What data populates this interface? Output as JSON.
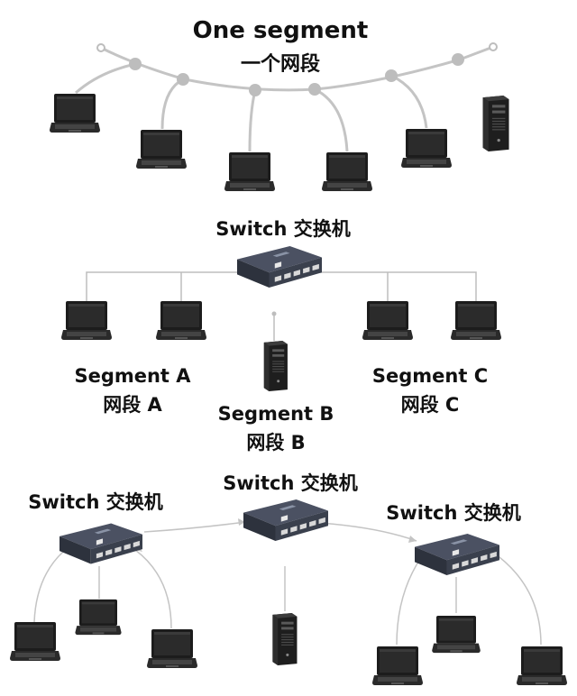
{
  "top": {
    "title": "One segment",
    "subtitle": "一个网段"
  },
  "middle": {
    "switch_label": "Switch 交换机",
    "segment_a": {
      "name": "Segment A",
      "cn": "网段 A"
    },
    "segment_b": {
      "name": "Segment B",
      "cn": "网段 B"
    },
    "segment_c": {
      "name": "Segment C",
      "cn": "网段 C"
    }
  },
  "bottom": {
    "switch_left_label": "Switch 交换机",
    "switch_center_label": "Switch 交换机",
    "switch_right_label": "Switch 交换机"
  },
  "colors": {
    "bus_line": "#c4c4c4",
    "node_dot": "#bdbdbd",
    "wire": "#bdbdbd",
    "switch_body": "#3e4452",
    "laptop_body": "#1c1c1c",
    "text": "#111111"
  },
  "icons": [
    "laptop-icon",
    "desktop-tower-icon",
    "network-switch-icon"
  ]
}
